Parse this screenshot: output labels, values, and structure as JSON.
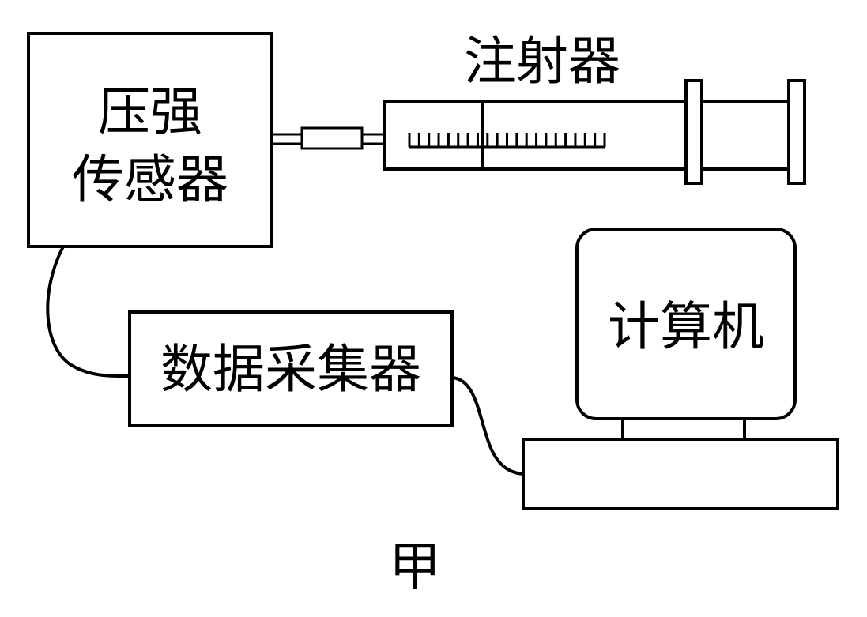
{
  "labels": {
    "sensor_line1": "压强",
    "sensor_line2": "传感器",
    "syringe": "注射器",
    "collector": "数据采集器",
    "computer": "计算机",
    "caption": "甲"
  },
  "colors": {
    "ink": "#000000",
    "background": "#ffffff"
  }
}
